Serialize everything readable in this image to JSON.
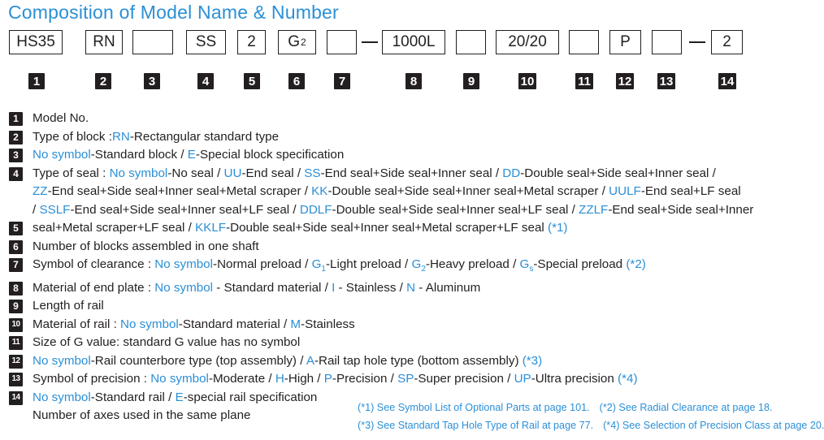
{
  "title": "Composition of Model Name & Number",
  "code_boxes": [
    {
      "value": "HS35"
    },
    {
      "value": "RN"
    },
    {
      "value": ""
    },
    {
      "value": "SS"
    },
    {
      "value": "2"
    },
    {
      "value": "G",
      "sub": "2"
    },
    {
      "value": ""
    },
    {
      "value": "1000L"
    },
    {
      "value": ""
    },
    {
      "value": "20/20"
    },
    {
      "value": ""
    },
    {
      "value": "P"
    },
    {
      "value": ""
    },
    {
      "value": "2"
    }
  ],
  "position_numbers": [
    "1",
    "2",
    "3",
    "4",
    "5",
    "6",
    "7",
    "8",
    "9",
    "10",
    "11",
    "12",
    "13",
    "14"
  ],
  "legend": {
    "item1": "Model No.",
    "item2": {
      "a": "Type of block :",
      "b": "RN",
      "c": "-Rectangular standard type"
    },
    "item3": {
      "a": "No symbol",
      "b": "-Standard block / ",
      "c": "E",
      "d": "-Special block specification"
    },
    "item4": {
      "a": "Type of seal : ",
      "b": "No symbol",
      "c": "-No seal / ",
      "d": "UU",
      "e": "-End seal / ",
      "f": "SS",
      "g": "-End seal+Side seal+Inner seal / ",
      "h": "DD",
      "i": "-Double seal+Side seal+Inner seal /",
      "j": "ZZ",
      "k": "-End seal+Side seal+Inner seal+Metal scraper / ",
      "l": "KK",
      "m": "-Double seal+Side seal+Inner seal+Metal scraper / ",
      "n": "UULF",
      "o": "-End seal+LF seal",
      "p": "/ ",
      "q": "SSLF",
      "r": "-End seal+Side seal+Inner seal+LF seal / ",
      "s": "DDLF",
      "t": "-Double seal+Side seal+Inner seal+LF seal / ",
      "u": "ZZLF",
      "v": "-End seal+Side seal+Inner"
    },
    "item5": {
      "a": "seal+Metal scraper+LF seal / ",
      "b": "KKLF",
      "c": "-Double seal+Side seal+Inner seal+Metal scraper+LF seal ",
      "d": "(*1)"
    },
    "item6": "Number of blocks assembled in one shaft",
    "item7": {
      "a": "Symbol of clearance : ",
      "b": "No symbol",
      "c": "-Normal preload / ",
      "d": "G",
      "d_sub": "1",
      "e": "-Light preload / ",
      "f": "G",
      "f_sub": "2",
      "g": "-Heavy preload / ",
      "h": "G",
      "h_sub": "s",
      "i": "-Special preload  ",
      "j": "(*2)"
    },
    "item8": {
      "a": "Material of end plate : ",
      "b": "No symbol",
      "c": " - Standard material / ",
      "d": "I",
      "e": " - Stainless / ",
      "f": "N",
      "g": " - Aluminum"
    },
    "item9": "Length of rail",
    "item10": {
      "a": "Material of rail : ",
      "b": "No symbol",
      "c": "-Standard material / ",
      "d": "M",
      "e": "-Stainless"
    },
    "item11": "Size of G value: standard G value has no symbol",
    "item12": {
      "a": "No symbol",
      "b": "-Rail counterbore type (top assembly) / ",
      "c": "A",
      "d": "-Rail tap hole type (bottom assembly) ",
      "e": "(*3)"
    },
    "item13": {
      "a": "Symbol of precision : ",
      "b": "No symbol",
      "c": "-Moderate / ",
      "d": "H",
      "e": "-High / ",
      "f": "P",
      "g": "-Precision / ",
      "h": "SP",
      "i": "-Super precision / ",
      "j": "UP",
      "k": "-Ultra precision  ",
      "l": "(*4)"
    },
    "item14": {
      "a": "No symbol",
      "b": "-Standard rail / ",
      "c": "E",
      "d": "-special rail specification"
    },
    "item14_line2": "Number of axes used in the same plane"
  },
  "footnotes": {
    "n1": "(*1) See Symbol List of Optional Parts at page 101.",
    "n2": "(*2) See Radial Clearance at page 18.",
    "n3": "(*3) See Standard Tap Hole Type of Rail at page 77.",
    "n4": "(*4) See Selection of Precision Class at page 20."
  },
  "colors": {
    "accent": "#2b8fd6",
    "text": "#231f20"
  }
}
